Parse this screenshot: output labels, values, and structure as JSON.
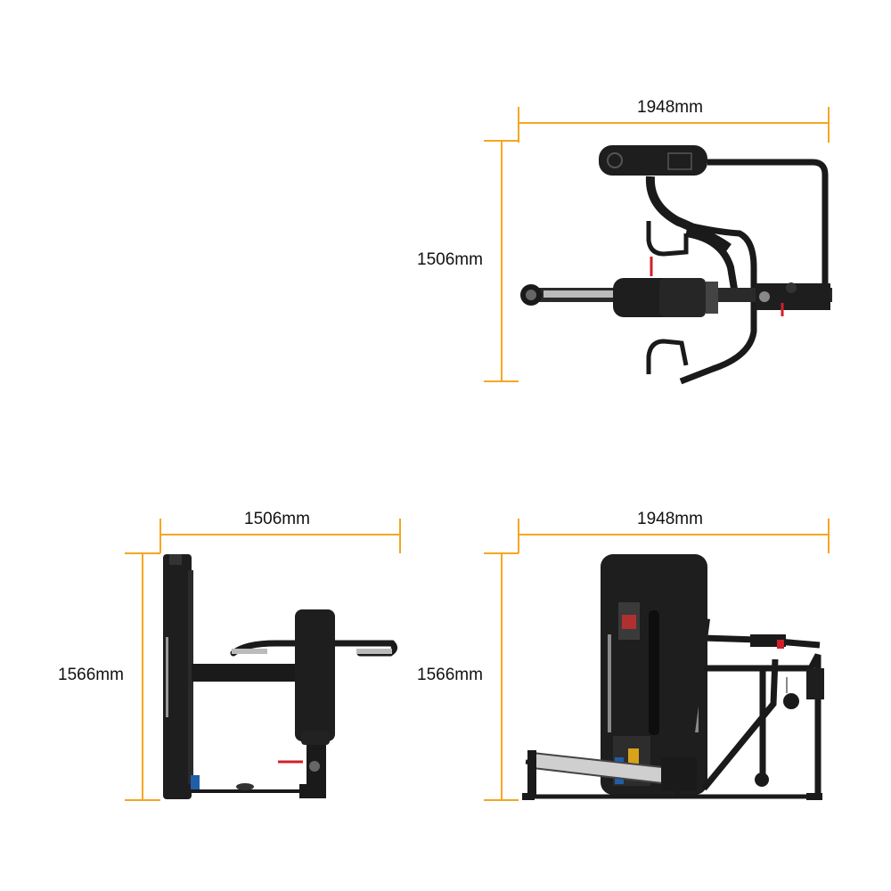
{
  "colors": {
    "dimension_line": "#F5A623",
    "machine": "#1a1a1a",
    "accent": "#d0202a",
    "upholstery": "#222222"
  },
  "views": {
    "top": {
      "width_label": "1948mm",
      "depth_label": "1506mm"
    },
    "side": {
      "width_label": "1506mm",
      "height_label": "1566mm"
    },
    "front": {
      "width_label": "1948mm",
      "height_label": "1566mm"
    }
  }
}
